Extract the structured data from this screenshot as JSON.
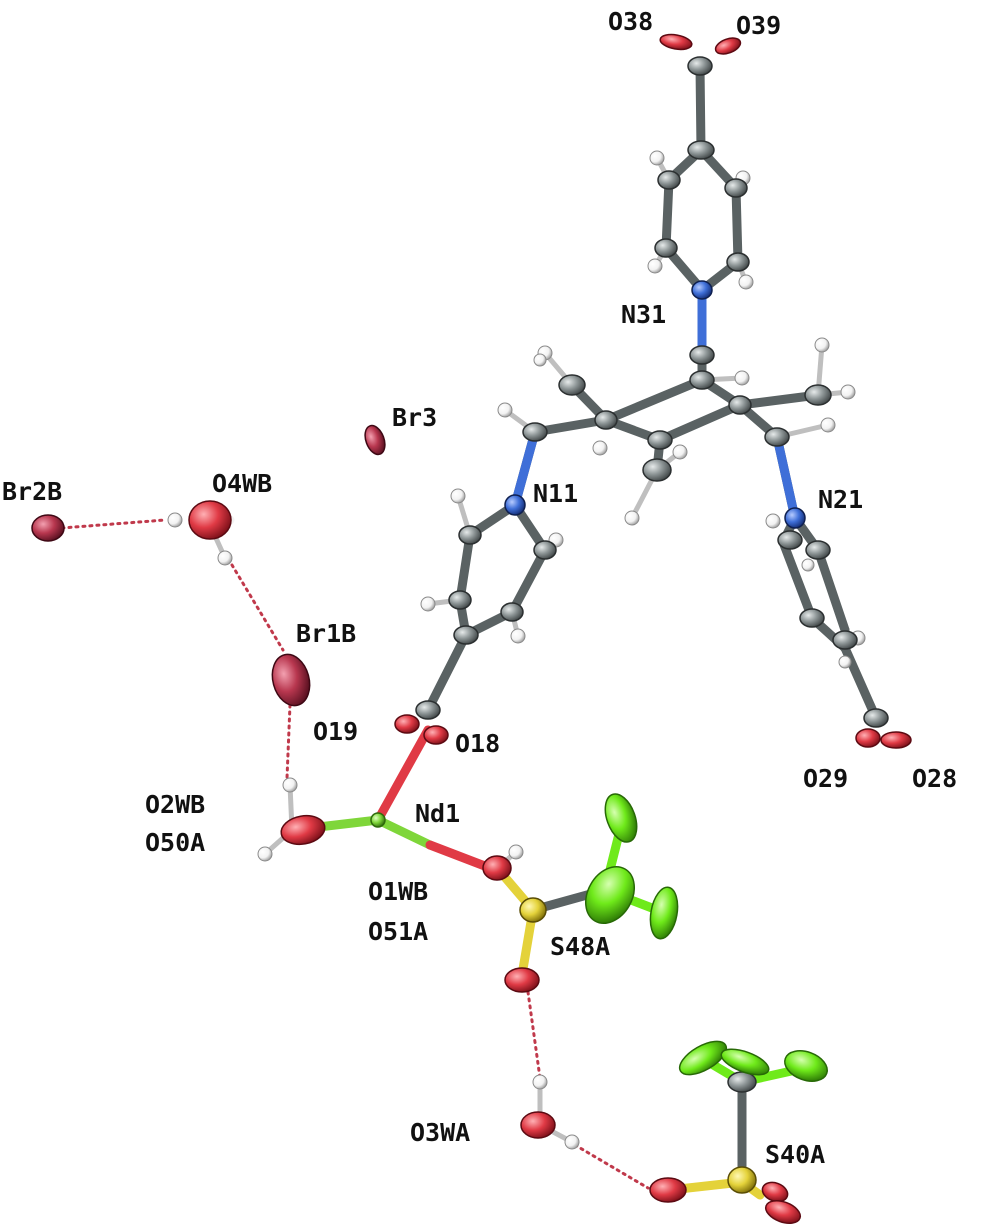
{
  "colors": {
    "carbon": "#8d9596",
    "oxygen": "#e03a45",
    "nitrogen": "#3f6fd8",
    "sulfur": "#e4d23a",
    "fluorine": "#6fea1a",
    "bromine": "#b8374f",
    "hydrogen": "#f2f2f2",
    "neodymium": "#7fd63a",
    "hbond": "#c0394b"
  },
  "labels": {
    "o38": "O38",
    "o39": "O39",
    "n31": "N31",
    "br3": "Br3",
    "br2b": "Br2B",
    "o4wb": "O4WB",
    "n11": "N11",
    "n21": "N21",
    "br1b": "Br1B",
    "o19": "O19",
    "o18": "O18",
    "o29": "O29",
    "o28": "O28",
    "o2wb": "O2WB",
    "o50a": "O50A",
    "nd1": "Nd1",
    "o1wb": "O1WB",
    "o51a": "O51A",
    "s48a": "S48A",
    "o3wa": "O3WA",
    "s40a": "S40A"
  }
}
